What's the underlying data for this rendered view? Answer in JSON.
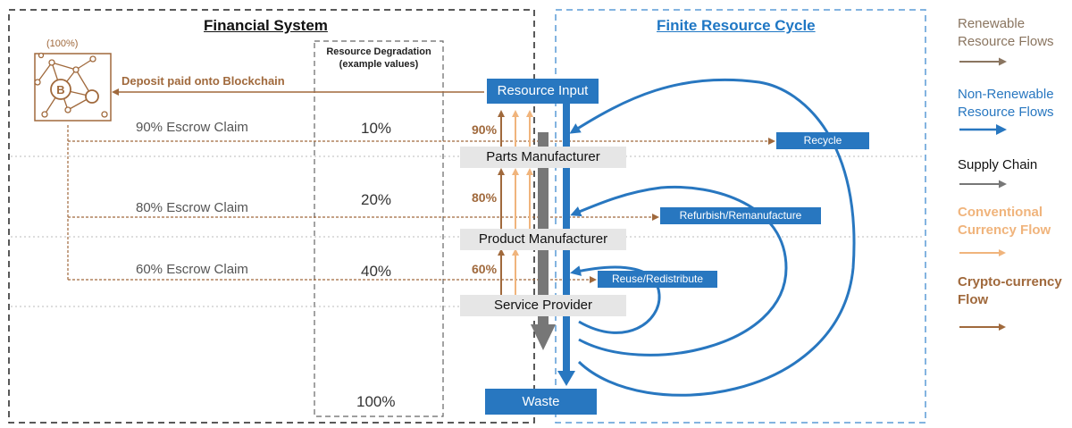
{
  "financial_system": {
    "title": "Financial System",
    "wallet_percent": "(100%)",
    "deposit_label": "Deposit paid onto Blockchain",
    "resource_degradation_title": "Resource Degradation (example values)",
    "rows": [
      {
        "escrow": "90% Escrow Claim",
        "degradation": "10%",
        "crypto_pct": "90%"
      },
      {
        "escrow": "80% Escrow Claim",
        "degradation": "20%",
        "crypto_pct": "80%"
      },
      {
        "escrow": "60% Escrow Claim",
        "degradation": "40%",
        "crypto_pct": "60%"
      }
    ],
    "final_degradation": "100%"
  },
  "supply_chain": {
    "resource_input": "Resource Input",
    "parts_manufacturer": "Parts Manufacturer",
    "product_manufacturer": "Product Manufacturer",
    "service_provider": "Service Provider",
    "waste": "Waste"
  },
  "resource_cycle": {
    "title": "Finite Resource Cycle",
    "recycle": "Recycle",
    "refurbish": "Refurbish/Remanufacture",
    "reuse": "Reuse/Redistribute"
  },
  "legend": [
    {
      "label": "Renewable Resource Flows",
      "color": "#8a7560"
    },
    {
      "label": "Non-Renewable Resource Flows",
      "color": "#2877c0"
    },
    {
      "label": "Supply Chain",
      "color": "#777777"
    },
    {
      "label": "Conventional Currency Flow",
      "color": "#f0b47c"
    },
    {
      "label": "Crypto-currency Flow",
      "color": "#a0693c"
    }
  ],
  "colors": {
    "blue": "#2877c0",
    "crypto_brown": "#a0693c",
    "conventional_orange": "#f0b47c",
    "supply_gray": "#777777",
    "renewable_brown": "#8a7560"
  }
}
